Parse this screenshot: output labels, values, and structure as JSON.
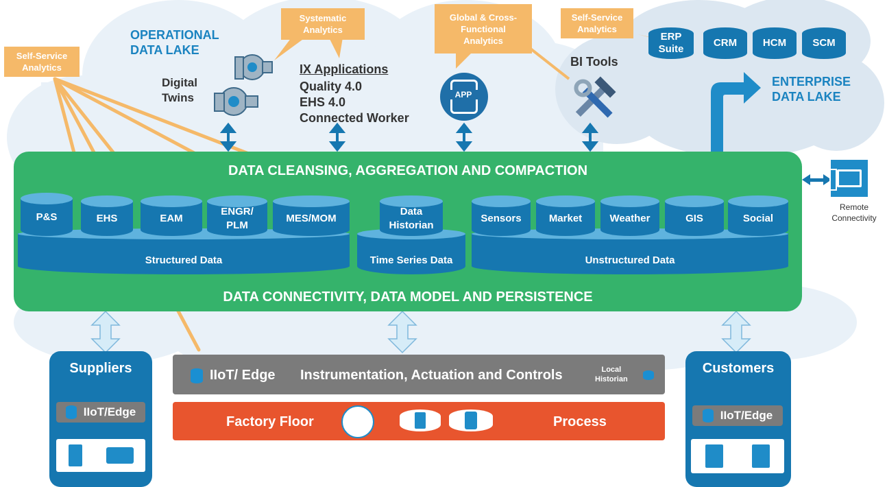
{
  "cloud": {
    "operational_title": "OPERATIONAL\nDATA LAKE",
    "enterprise_title": "ENTERPRISE\nDATA LAKE"
  },
  "callouts": {
    "self_service_left": "Self-Service\nAnalytics",
    "systematic": "Systematic\nAnalytics",
    "global": "Global & Cross-\nFunctional\nAnalytics",
    "self_service_right": "Self-Service\nAnalytics"
  },
  "apps": {
    "digital_twins": "Digital\nTwins",
    "ix_title": "IX Applications",
    "ix_items": [
      "Quality 4.0",
      "EHS 4.0",
      "Connected Worker"
    ],
    "app_badge": "APP",
    "bi_tools": "BI Tools"
  },
  "enterprise_systems": [
    "ERP\nSuite",
    "CRM",
    "HCM",
    "SCM"
  ],
  "platform": {
    "top_title": "DATA CLEANSING, AGGREGATION AND COMPACTION",
    "bottom_title": "DATA CONNECTIVITY, DATA MODEL AND PERSISTENCE",
    "structured": [
      "P&S",
      "EHS",
      "EAM",
      "ENGR/\nPLM",
      "MES/MOM"
    ],
    "structured_label": "Structured Data",
    "timeseries_item": "Data\nHistorian",
    "timeseries_label": "Time Series Data",
    "unstructured": [
      "Sensors",
      "Market",
      "Weather",
      "GIS",
      "Social"
    ],
    "unstructured_label": "Unstructured Data"
  },
  "remote": {
    "label": "Remote\nConnectivity"
  },
  "suppliers": {
    "title": "Suppliers",
    "edge": "IIoT/Edge"
  },
  "customers": {
    "title": "Customers",
    "edge": "IIoT/Edge"
  },
  "edge_bar": {
    "edge_label": "IIoT/ Edge",
    "controls_label": "Instrumentation, Actuation and Controls",
    "local_historian": "Local\nHistorian"
  },
  "factory_bar": {
    "left": "Factory Floor",
    "right": "Process"
  },
  "colors": {
    "green": "#35b36b",
    "blue": "#1677b0",
    "light_blue": "#5fb3de",
    "orange": "#f5b969",
    "red": "#e8552e",
    "gray": "#7b7b7b",
    "cloud": "#e9f1f8",
    "arrow_light": "#d6ecf8"
  }
}
